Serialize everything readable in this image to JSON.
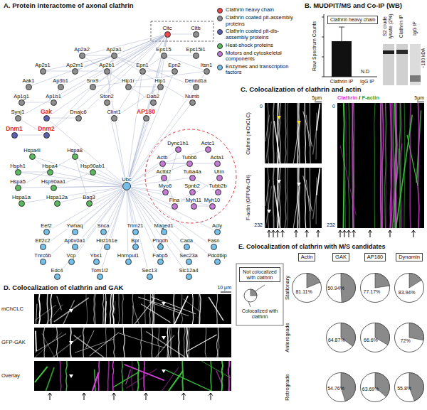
{
  "diagram": {
    "nodes": [
      {
        "text": [
          "Cltc"
        ]
      },
      {
        "text": [
          "Cltb"
        ]
      },
      {
        "text": [
          "Ap2a2"
        ]
      },
      {
        "text": [
          "Ap2a1"
        ]
      },
      {
        "text": [
          "Eps15"
        ]
      },
      {
        "text": [
          "Eps15l1"
        ]
      },
      {
        "text": [
          "Ap2s1"
        ]
      },
      {
        "text": [
          "Ap2m1"
        ]
      },
      {
        "text": [
          "Ap2b1"
        ]
      },
      {
        "text": [
          "Epn1"
        ]
      },
      {
        "text": [
          "Epn2"
        ]
      },
      {
        "text": [
          "Itsn1"
        ]
      },
      {
        "text": [
          "Aak1"
        ]
      },
      {
        "text": [
          "Ap3b1"
        ]
      },
      {
        "text": [
          "Snx9"
        ]
      },
      {
        "text": [
          "Hip1r"
        ]
      },
      {
        "text": [
          "Hip1"
        ]
      },
      {
        "text": [
          "Dennd1a"
        ]
      },
      {
        "text": [
          "Ap1g1"
        ]
      },
      {
        "text": [
          "Ap1b1"
        ]
      },
      {
        "text": [
          "Ston2"
        ]
      },
      {
        "text": [
          "Dab2"
        ]
      },
      {
        "text": [
          "Numb"
        ]
      },
      {
        "text": [
          "Synj1"
        ]
      },
      {
        "text": [
          "Gak"
        ]
      },
      {
        "text": [
          "Dnajc6"
        ]
      },
      {
        "text": [
          "Clint1"
        ]
      },
      {
        "text": [
          "AP180"
        ]
      },
      {
        "text": [
          "Dnm1"
        ]
      },
      {
        "text": [
          "Dnm2"
        ]
      },
      {
        "text": [
          "Dync1h1"
        ]
      },
      {
        "text": [
          "Actc1"
        ]
      },
      {
        "text": [
          "Actb"
        ]
      },
      {
        "text": [
          "Tubb6"
        ]
      },
      {
        "text": [
          "Acta1"
        ]
      },
      {
        "text": [
          "Actbl2"
        ]
      },
      {
        "text": [
          "Tuba4a"
        ]
      },
      {
        "text": [
          "Utrn"
        ]
      },
      {
        "text": [
          "Myo6"
        ]
      },
      {
        "text": [
          "Spnb2"
        ]
      },
      {
        "text": [
          "Tubb2b"
        ]
      },
      {
        "text": [
          "Flna"
        ]
      },
      {
        "text": [
          "Myh11"
        ]
      },
      {
        "text": [
          "Myh10"
        ]
      },
      {
        "text": [
          "Hspa4l"
        ]
      },
      {
        "text": [
          "Hspa8"
        ]
      },
      {
        "text": [
          "Hsph1"
        ]
      },
      {
        "text": [
          "Hspa4"
        ]
      },
      {
        "text": [
          "Hsp90ab1"
        ]
      },
      {
        "text": [
          "Hspa5"
        ]
      },
      {
        "text": [
          "Hsp90aa1"
        ]
      },
      {
        "text": [
          "Hspa1a"
        ]
      },
      {
        "text": [
          "Hspa12a"
        ]
      },
      {
        "text": [
          "Bag3"
        ]
      },
      {
        "text": [
          "Ubc"
        ]
      },
      {
        "text": [
          "Eef2"
        ]
      },
      {
        "text": [
          "Ywhaq"
        ]
      },
      {
        "text": [
          "Snca"
        ]
      },
      {
        "text": [
          "Trim21"
        ]
      },
      {
        "text": [
          "Maged1"
        ]
      },
      {
        "text": [
          "Acly"
        ]
      },
      {
        "text": [
          "Eif2c2"
        ]
      },
      {
        "text": [
          "Ap6v0a1"
        ]
      },
      {
        "text": [
          "Hist1h1e"
        ]
      },
      {
        "text": [
          "Bpr"
        ]
      },
      {
        "text": [
          "Phgdh"
        ]
      },
      {
        "text": [
          "Cada"
        ]
      },
      {
        "text": [
          "Fasn"
        ]
      },
      {
        "text": [
          "Tnrc6b"
        ]
      },
      {
        "text": [
          "Vcp"
        ]
      },
      {
        "text": [
          "Ybx1"
        ]
      },
      {
        "text": [
          "Hnrnpul1"
        ]
      },
      {
        "text": [
          "Fabp5"
        ]
      },
      {
        "text": [
          "Sec23a"
        ]
      },
      {
        "text": [
          "Pdcd6ip"
        ]
      },
      {
        "text": [
          "Edc4"
        ]
      },
      {
        "text": [
          "Tom1l2"
        ]
      },
      {
        "text": [
          "Sec13"
        ]
      },
      {
        "text": [
          "Slc12a4"
        ]
      },
      {
        "text": [
          "Clathrin heavy chain"
        ]
      },
      {
        "text": [
          "Not colocalized with clathrin"
        ]
      },
      {
        "text": [
          "Actin"
        ]
      },
      {
        "text": [
          "GAK"
        ]
      },
      {
        "text": [
          "AP180"
        ]
      },
      {
        "text": [
          "Dynamin"
        ]
      },
      {
        "text": [
          "81.11%"
        ]
      },
      {
        "text": [
          "50.94%"
        ]
      },
      {
        "text": [
          "77.17%"
        ]
      },
      {
        "text": [
          "83.94%"
        ]
      },
      {
        "text": [
          "64.87%"
        ]
      },
      {
        "text": [
          "66.6%"
        ]
      },
      {
        "text": [
          "72%"
        ]
      },
      {
        "text": [
          "54.76%"
        ]
      },
      {
        "text": [
          "63.69%"
        ]
      },
      {
        "text": [
          "55.8%"
        ]
      }
    ],
    "edges": [
      {
        "from": 0,
        "to": 1,
        "arrow": "none"
      },
      {
        "from": 0,
        "to": 2,
        "arrow": "none"
      },
      {
        "from": 0,
        "to": 3,
        "arrow": "none"
      },
      {
        "from": 0,
        "to": 4,
        "arrow": "none"
      },
      {
        "from": 0,
        "to": 7,
        "arrow": "none"
      },
      {
        "from": 0,
        "to": 8,
        "arrow": "none"
      },
      {
        "from": 0,
        "to": 9,
        "arrow": "none"
      },
      {
        "from": 0,
        "to": 13,
        "arrow": "none"
      },
      {
        "from": 0,
        "to": 14,
        "arrow": "none"
      },
      {
        "from": 0,
        "to": 16,
        "arrow": "none"
      },
      {
        "from": 0,
        "to": 19,
        "arrow": "none"
      },
      {
        "from": 0,
        "to": 23,
        "arrow": "none"
      },
      {
        "from": 0,
        "to": 24,
        "arrow": "none"
      },
      {
        "from": 0,
        "to": 25,
        "arrow": "none"
      },
      {
        "from": 0,
        "to": 26,
        "arrow": "none"
      },
      {
        "from": 0,
        "to": 27,
        "arrow": "none"
      },
      {
        "from": 0,
        "to": 29,
        "arrow": "none"
      },
      {
        "from": 0,
        "to": 54,
        "arrow": "none"
      },
      {
        "from": 2,
        "to": 3,
        "arrow": "none"
      },
      {
        "from": 3,
        "to": 7,
        "arrow": "none"
      },
      {
        "from": 3,
        "to": 6,
        "arrow": "none"
      },
      {
        "from": 8,
        "to": 7,
        "arrow": "none"
      },
      {
        "from": 6,
        "to": 7,
        "arrow": "none"
      },
      {
        "from": 3,
        "to": 8,
        "arrow": "none"
      },
      {
        "from": 2,
        "to": 8,
        "arrow": "none"
      },
      {
        "from": 12,
        "to": 3,
        "arrow": "none"
      },
      {
        "from": 18,
        "to": 19,
        "arrow": "none"
      },
      {
        "from": 13,
        "to": 19,
        "arrow": "none"
      },
      {
        "from": 4,
        "to": 5,
        "arrow": "none"
      },
      {
        "from": 4,
        "to": 9,
        "arrow": "none"
      },
      {
        "from": 9,
        "to": 10,
        "arrow": "none"
      },
      {
        "from": 4,
        "to": 11,
        "arrow": "none"
      },
      {
        "from": 11,
        "to": 14,
        "arrow": "none"
      },
      {
        "from": 14,
        "to": 29,
        "arrow": "none"
      },
      {
        "from": 16,
        "to": 15,
        "arrow": "none"
      },
      {
        "from": 17,
        "to": 3,
        "arrow": "none"
      },
      {
        "from": 20,
        "to": 3,
        "arrow": "none"
      },
      {
        "from": 21,
        "to": 8,
        "arrow": "none"
      },
      {
        "from": 22,
        "to": 3,
        "arrow": "none"
      },
      {
        "from": 28,
        "to": 29,
        "arrow": "none"
      },
      {
        "from": 23,
        "to": 29,
        "arrow": "none"
      },
      {
        "from": 24,
        "to": 25,
        "arrow": "none"
      },
      {
        "from": 26,
        "to": 16,
        "arrow": "none"
      },
      {
        "from": 54,
        "to": 45,
        "arrow": "none"
      },
      {
        "from": 54,
        "to": 48,
        "arrow": "none"
      },
      {
        "from": 54,
        "to": 50,
        "arrow": "none"
      },
      {
        "from": 54,
        "to": 47,
        "arrow": "none"
      },
      {
        "from": 54,
        "to": 53,
        "arrow": "none"
      },
      {
        "from": 54,
        "to": 49,
        "arrow": "none"
      },
      {
        "from": 54,
        "to": 51,
        "arrow": "none"
      },
      {
        "from": 54,
        "to": 46,
        "arrow": "none"
      },
      {
        "from": 54,
        "to": 44,
        "arrow": "none"
      },
      {
        "from": 54,
        "to": 52,
        "arrow": "none"
      },
      {
        "from": 54,
        "to": 32,
        "arrow": "none"
      },
      {
        "from": 54,
        "to": 33,
        "arrow": "none"
      },
      {
        "from": 54,
        "to": 30,
        "arrow": "none"
      },
      {
        "from": 54,
        "to": 38,
        "arrow": "none"
      },
      {
        "from": 54,
        "to": 41,
        "arrow": "none"
      },
      {
        "from": 54,
        "to": 43,
        "arrow": "none"
      },
      {
        "from": 54,
        "to": 36,
        "arrow": "none"
      },
      {
        "from": 54,
        "to": 57,
        "arrow": "none"
      },
      {
        "from": 54,
        "to": 58,
        "arrow": "none"
      },
      {
        "from": 54,
        "to": 59,
        "arrow": "none"
      },
      {
        "from": 54,
        "to": 55,
        "arrow": "none"
      },
      {
        "from": 54,
        "to": 56,
        "arrow": "none"
      },
      {
        "from": 54,
        "to": 62,
        "arrow": "none"
      },
      {
        "from": 54,
        "to": 63,
        "arrow": "none"
      },
      {
        "from": 54,
        "to": 69,
        "arrow": "none"
      },
      {
        "from": 54,
        "to": 70,
        "arrow": "none"
      },
      {
        "from": 54,
        "to": 67,
        "arrow": "none"
      },
      {
        "from": 54,
        "to": 64,
        "arrow": "none"
      },
      {
        "from": 54,
        "to": 71,
        "arrow": "none"
      },
      {
        "from": 54,
        "to": 72,
        "arrow": "none"
      },
      {
        "from": 54,
        "to": 75,
        "arrow": "none"
      },
      {
        "from": 54,
        "to": 76,
        "arrow": "none"
      },
      {
        "from": 54,
        "to": 60,
        "arrow": "none"
      },
      {
        "from": 54,
        "to": 66,
        "arrow": "none"
      },
      {
        "from": 54,
        "to": 65,
        "arrow": "none"
      },
      {
        "from": 54,
        "to": 61,
        "arrow": "none"
      },
      {
        "from": 54,
        "to": 68,
        "arrow": "none"
      },
      {
        "from": 54,
        "to": 73,
        "arrow": "none"
      },
      {
        "from": 54,
        "to": 74,
        "arrow": "none"
      },
      {
        "from": 54,
        "to": 77,
        "arrow": "none"
      },
      {
        "from": 54,
        "to": 78,
        "arrow": "none"
      },
      {
        "from": 54,
        "to": 8,
        "arrow": "none"
      },
      {
        "from": 54,
        "to": 4,
        "arrow": "none"
      },
      {
        "from": 54,
        "to": 11,
        "arrow": "none"
      },
      {
        "from": 54,
        "to": 9,
        "arrow": "none"
      },
      {
        "from": 54,
        "to": 16,
        "arrow": "none"
      },
      {
        "from": 54,
        "to": 21,
        "arrow": "none"
      },
      {
        "from": 54,
        "to": 22,
        "arrow": "none"
      },
      {
        "from": 54,
        "to": 20,
        "arrow": "none"
      },
      {
        "from": 54,
        "to": 27,
        "arrow": "none"
      },
      {
        "from": 54,
        "to": 24,
        "arrow": "none"
      },
      {
        "from": 54,
        "to": 10,
        "arrow": "none"
      },
      {
        "from": 45,
        "to": 48,
        "arrow": "none"
      },
      {
        "from": 48,
        "to": 50,
        "arrow": "none"
      },
      {
        "from": 45,
        "to": 53,
        "arrow": "none"
      },
      {
        "from": 44,
        "to": 47,
        "arrow": "none"
      },
      {
        "from": 46,
        "to": 47,
        "arrow": "none"
      },
      {
        "from": 49,
        "to": 45,
        "arrow": "none"
      },
      {
        "from": 32,
        "to": 33,
        "arrow": "none"
      },
      {
        "from": 32,
        "to": 31,
        "arrow": "none"
      },
      {
        "from": 32,
        "to": 34,
        "arrow": "none"
      },
      {
        "from": 32,
        "to": 41,
        "arrow": "none"
      },
      {
        "from": 33,
        "to": 36,
        "arrow": "none"
      },
      {
        "from": 30,
        "to": 38,
        "arrow": "none"
      },
      {
        "from": 42,
        "to": 43,
        "arrow": "none"
      },
      {
        "from": 35,
        "to": 32,
        "arrow": "none"
      },
      {
        "from": 37,
        "to": 41,
        "arrow": "none"
      },
      {
        "from": 39,
        "to": 41,
        "arrow": "none"
      },
      {
        "from": 40,
        "to": 36,
        "arrow": "none"
      }
    ],
    "labels": [
      "A. Protein interactome of axonal clathrin",
      "B. MUDPIT/MS and Co-IP (WB)",
      "Raw Spectrum Counts",
      "N.D",
      "Clathrin IP",
      "IgG IP",
      "S2 crude lysate (2%)",
      "Clathrin IP",
      "IgG IP",
      "~180 kDA",
      "C. Colocalization of clathrin and actin",
      "0",
      "232",
      "5μm",
      "Clathrin (mChCLC)",
      "F-actin (GFPUtr-CH)",
      "Clathrin",
      "/",
      "F-actin",
      "0",
      "232",
      "5μm",
      "D. Colocalization of clathrin and GAK",
      "10 μm",
      "mChCLC",
      "GFP-GAK",
      "Overlay",
      "E. Colocalization of clathrin with M/S candidates",
      "Colocalized with clathrin",
      "Stationary",
      "Anterograde",
      "Retrograde"
    ],
    "legend": [
      {
        "text": "Clathrin heavy chain",
        "color": "#e8474b"
      },
      {
        "text": "Clathrin coated pit-assembly proteins",
        "color": "#8e8e8e"
      },
      {
        "text": "Clathrin coated pit-dis-assembly proteins",
        "color": "#5a5fb0"
      },
      {
        "text": "Heat-shock proteins",
        "color": "#5cb85c"
      },
      {
        "text": "Motors and cytoskeletal components",
        "color": "#c27ad3"
      },
      {
        "text": "Enzymes and transcription factors",
        "color": "#74c0e8"
      }
    ]
  }
}
